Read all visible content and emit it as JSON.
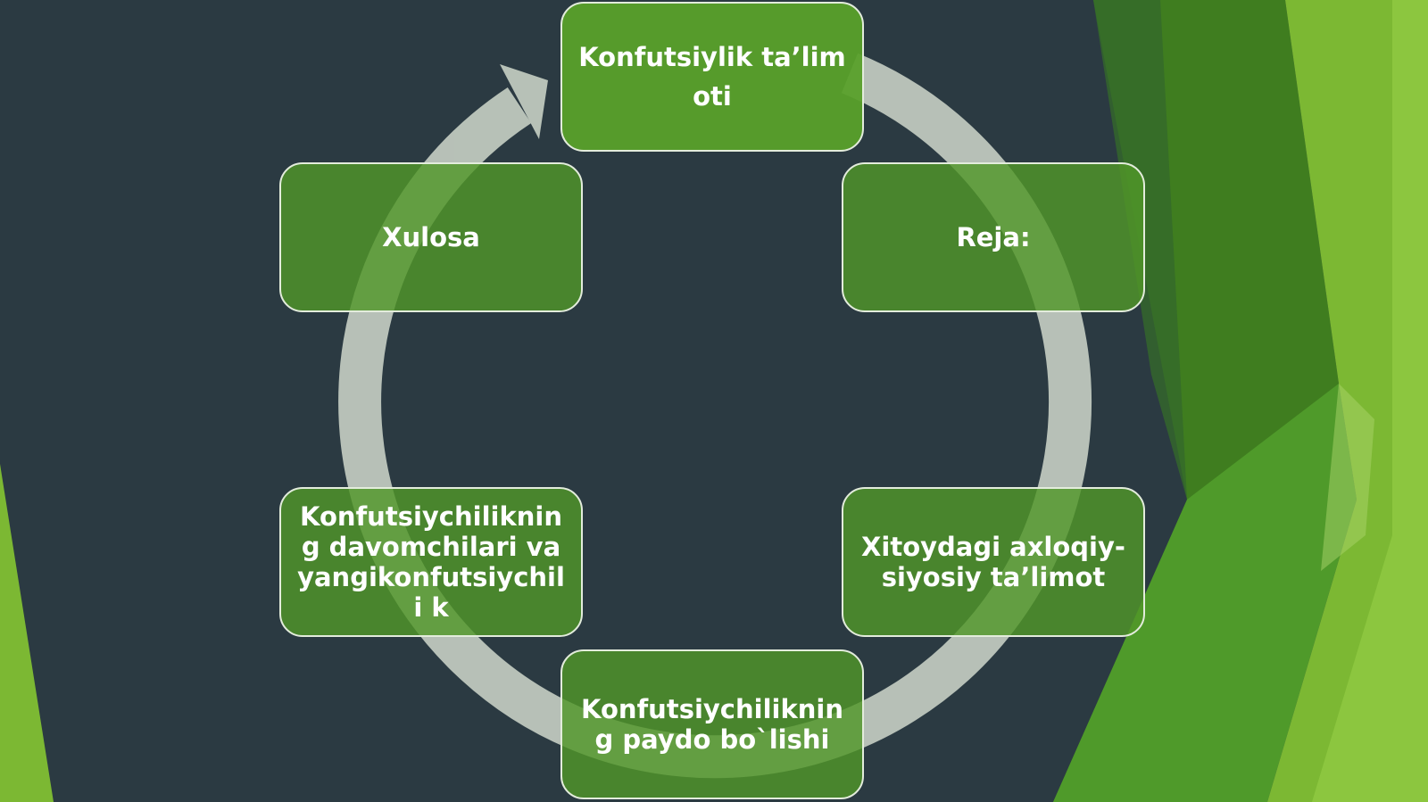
{
  "diagram": {
    "colors": {
      "background": "#2b3a42",
      "node_fill": "#56a02a",
      "node_border": "#e3ecdc",
      "ring": "#dfe7d8",
      "accent_light": "#8cc63f",
      "accent_dark": "#3f7d1f"
    },
    "nodes": [
      {
        "label": "Konfutsiylik ta’limoti"
      },
      {
        "label": "Reja:"
      },
      {
        "label": "Xitoydagi axloqiy-siyosiy ta’limot"
      },
      {
        "label": "Konfutsiychiliknin g paydo bo`lishi"
      },
      {
        "label": "Konfutsiychiliknin g davomchilari va yangikonfutsiychili k"
      },
      {
        "label": "Xulosa"
      }
    ]
  }
}
